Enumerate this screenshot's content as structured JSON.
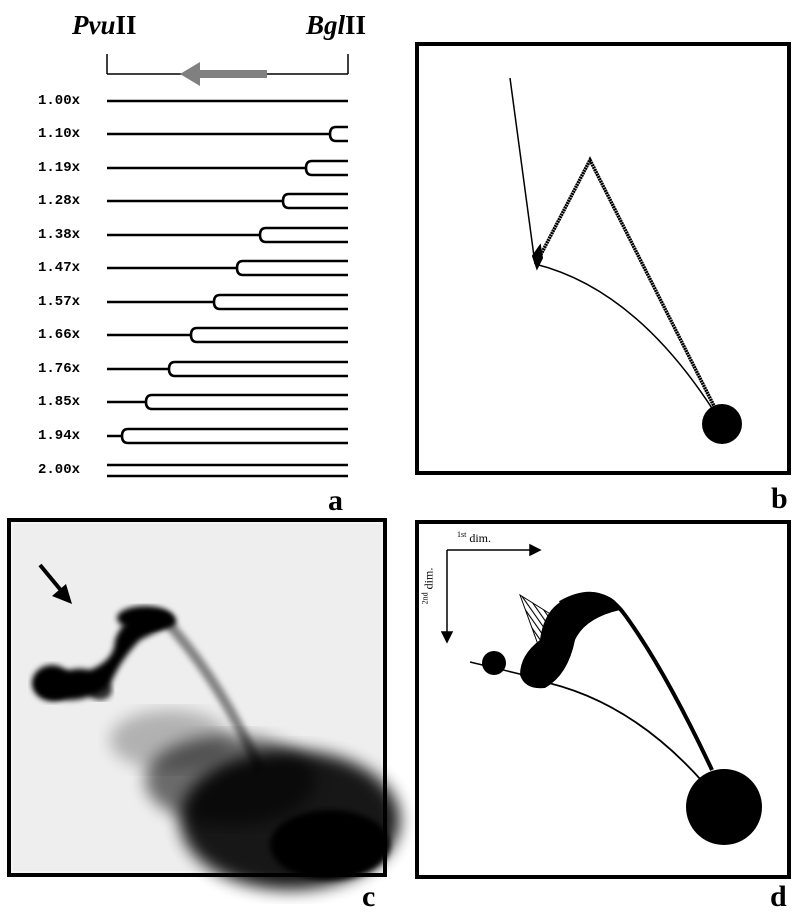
{
  "panel_a": {
    "enzyme_left": {
      "italic": "Pvu",
      "roman": "II"
    },
    "enzyme_right": {
      "italic": "Bgl",
      "roman": "II"
    },
    "multipliers": [
      "1.00x",
      "1.10x",
      "1.19x",
      "1.28x",
      "1.38x",
      "1.47x",
      "1.57x",
      "1.66x",
      "1.76x",
      "1.85x",
      "1.94x",
      "2.00x"
    ],
    "letter": "a"
  },
  "panel_b": {
    "letter": "b"
  },
  "panel_c": {
    "letter": "c"
  },
  "panel_d": {
    "letter": "d",
    "first_dim": {
      "sup": "1st",
      "text": " dim."
    },
    "second_dim": {
      "sup": "2nd",
      "text": " dim."
    }
  },
  "colors": {
    "arrow_gray": "#808080",
    "ink": "#000000"
  }
}
